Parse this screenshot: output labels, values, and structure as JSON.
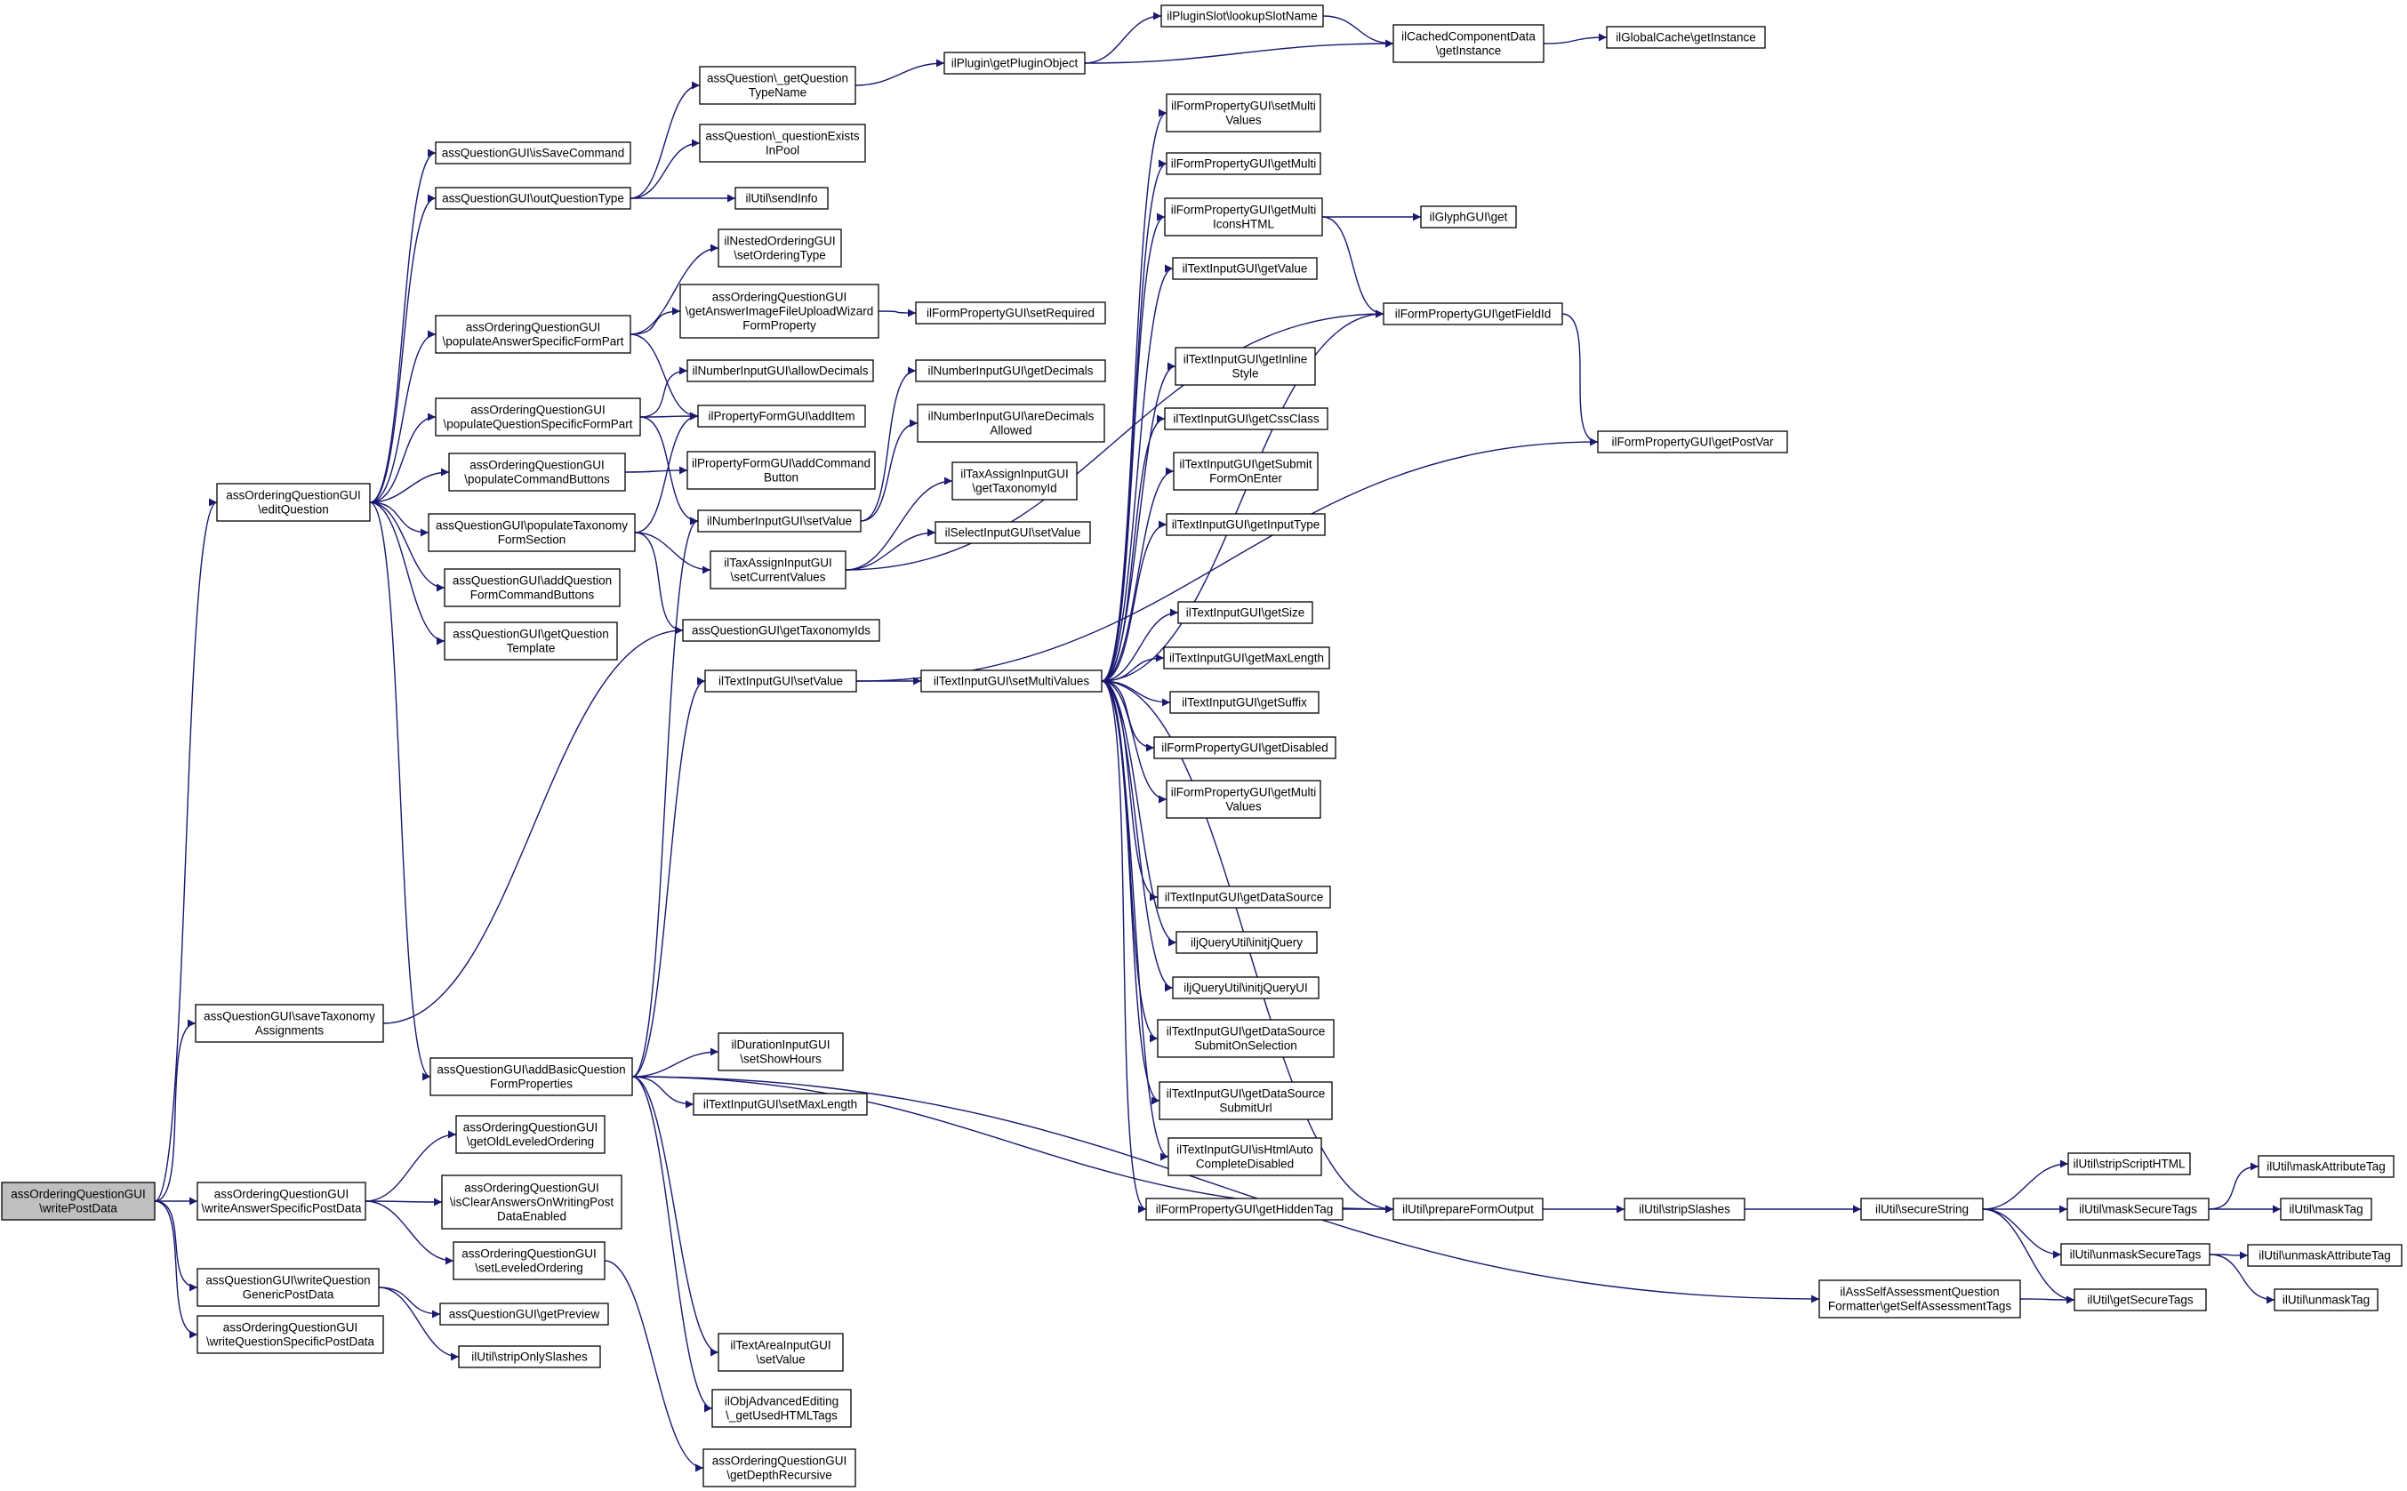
{
  "graph": {
    "root_id": "writePostData",
    "colors": {
      "edge": "#191970",
      "node_fill": "#ffffff",
      "root_fill": "#bfbfbf",
      "node_border": "#000000"
    },
    "nodes": [
      {
        "id": "writePostData",
        "lines": [
          "assOrderingQuestionGUI",
          "\\writePostData"
        ]
      },
      {
        "id": "editQuestion",
        "lines": [
          "assOrderingQuestionGUI",
          "\\editQuestion"
        ]
      },
      {
        "id": "saveTaxonomyAssignments",
        "lines": [
          "assQuestionGUI\\saveTaxonomy",
          "Assignments"
        ]
      },
      {
        "id": "writeAnswerSpecificPostData",
        "lines": [
          "assOrderingQuestionGUI",
          "\\writeAnswerSpecificPostData"
        ]
      },
      {
        "id": "writeQuestionGenericPostData",
        "lines": [
          "assQuestionGUI\\writeQuestion",
          "GenericPostData"
        ]
      },
      {
        "id": "writeQuestionSpecificPostData",
        "lines": [
          "assOrderingQuestionGUI",
          "\\writeQuestionSpecificPostData"
        ]
      },
      {
        "id": "isSaveCommand",
        "lines": [
          "assQuestionGUI\\isSaveCommand"
        ]
      },
      {
        "id": "outQuestionType",
        "lines": [
          "assQuestionGUI\\outQuestionType"
        ]
      },
      {
        "id": "populateAnswerSpecificFormPart",
        "lines": [
          "assOrderingQuestionGUI",
          "\\populateAnswerSpecificFormPart"
        ]
      },
      {
        "id": "populateQuestionSpecificFormPart",
        "lines": [
          "assOrderingQuestionGUI",
          "\\populateQuestionSpecificFormPart"
        ]
      },
      {
        "id": "populateCommandButtons",
        "lines": [
          "assOrderingQuestionGUI",
          "\\populateCommandButtons"
        ]
      },
      {
        "id": "populateTaxonomyFormSection",
        "lines": [
          "assQuestionGUI\\populateTaxonomy",
          "FormSection"
        ]
      },
      {
        "id": "addQuestionFormCommandButtons",
        "lines": [
          "assQuestionGUI\\addQuestion",
          "FormCommandButtons"
        ]
      },
      {
        "id": "getQuestionTemplate",
        "lines": [
          "assQuestionGUI\\getQuestion",
          "Template"
        ]
      },
      {
        "id": "addBasicQuestionFormProperties",
        "lines": [
          "assQuestionGUI\\addBasicQuestion",
          "FormProperties"
        ]
      },
      {
        "id": "getOldLeveledOrdering",
        "lines": [
          "assOrderingQuestionGUI",
          "\\getOldLeveledOrdering"
        ]
      },
      {
        "id": "isClearAnswersOnWritingPostDataEnabled",
        "lines": [
          "assOrderingQuestionGUI",
          "\\isClearAnswersOnWritingPost",
          "DataEnabled"
        ]
      },
      {
        "id": "setLeveledOrdering",
        "lines": [
          "assOrderingQuestionGUI",
          "\\setLeveledOrdering"
        ]
      },
      {
        "id": "getPreview",
        "lines": [
          "assQuestionGUI\\getPreview"
        ]
      },
      {
        "id": "stripOnlySlashes",
        "lines": [
          "ilUtil\\stripOnlySlashes"
        ]
      },
      {
        "id": "getQuestionTypeName",
        "lines": [
          "assQuestion\\_getQuestion",
          "TypeName"
        ]
      },
      {
        "id": "questionExistsInPool",
        "lines": [
          "assQuestion\\_questionExists",
          "InPool"
        ]
      },
      {
        "id": "sendInfo",
        "lines": [
          "ilUtil\\sendInfo"
        ]
      },
      {
        "id": "setOrderingType",
        "lines": [
          "ilNestedOrderingGUI",
          "\\setOrderingType"
        ]
      },
      {
        "id": "getAnswerImageFileUploadWizardFormProperty",
        "lines": [
          "assOrderingQuestionGUI",
          "\\getAnswerImageFileUploadWizard",
          "FormProperty"
        ]
      },
      {
        "id": "allowDecimals",
        "lines": [
          "ilNumberInputGUI\\allowDecimals"
        ]
      },
      {
        "id": "addItem",
        "lines": [
          "ilPropertyFormGUI\\addItem"
        ]
      },
      {
        "id": "addCommandButton",
        "lines": [
          "ilPropertyFormGUI\\addCommand",
          "Button"
        ]
      },
      {
        "id": "numberSetValue",
        "lines": [
          "ilNumberInputGUI\\setValue"
        ]
      },
      {
        "id": "taxSetCurrentValues",
        "lines": [
          "ilTaxAssignInputGUI",
          "\\setCurrentValues"
        ]
      },
      {
        "id": "getTaxonomyIds",
        "lines": [
          "assQuestionGUI\\getTaxonomyIds"
        ]
      },
      {
        "id": "textSetValue",
        "lines": [
          "ilTextInputGUI\\setValue"
        ]
      },
      {
        "id": "durationSetShowHours",
        "lines": [
          "ilDurationInputGUI",
          "\\setShowHours"
        ]
      },
      {
        "id": "textSetMaxLength",
        "lines": [
          "ilTextInputGUI\\setMaxLength"
        ]
      },
      {
        "id": "textAreaSetValue",
        "lines": [
          "ilTextAreaInputGUI",
          "\\setValue"
        ]
      },
      {
        "id": "getUsedHTMLTags",
        "lines": [
          "ilObjAdvancedEditing",
          "\\_getUsedHTMLTags"
        ]
      },
      {
        "id": "getDepthRecursive",
        "lines": [
          "assOrderingQuestionGUI",
          "\\getDepthRecursive"
        ]
      },
      {
        "id": "getPluginObject",
        "lines": [
          "ilPlugin\\getPluginObject"
        ]
      },
      {
        "id": "setRequired",
        "lines": [
          "ilFormPropertyGUI\\setRequired"
        ]
      },
      {
        "id": "getDecimals",
        "lines": [
          "ilNumberInputGUI\\getDecimals"
        ]
      },
      {
        "id": "areDecimalsAllowed",
        "lines": [
          "ilNumberInputGUI\\areDecimals",
          "Allowed"
        ]
      },
      {
        "id": "getTaxonomyId",
        "lines": [
          "ilTaxAssignInputGUI",
          "\\getTaxonomyId"
        ]
      },
      {
        "id": "selectSetValue",
        "lines": [
          "ilSelectInputGUI\\setValue"
        ]
      },
      {
        "id": "setMultiValuesText",
        "lines": [
          "ilTextInputGUI\\setMultiValues"
        ]
      },
      {
        "id": "lookupSlotName",
        "lines": [
          "ilPluginSlot\\lookupSlotName"
        ]
      },
      {
        "id": "setMultiValuesForm",
        "lines": [
          "ilFormPropertyGUI\\setMulti",
          "Values"
        ]
      },
      {
        "id": "getMulti",
        "lines": [
          "ilFormPropertyGUI\\getMulti"
        ]
      },
      {
        "id": "getMultiIconsHTML",
        "lines": [
          "ilFormPropertyGUI\\getMulti",
          "IconsHTML"
        ]
      },
      {
        "id": "textGetValue",
        "lines": [
          "ilTextInputGUI\\getValue"
        ]
      },
      {
        "id": "getInlineStyle",
        "lines": [
          "ilTextInputGUI\\getInline",
          "Style"
        ]
      },
      {
        "id": "getCssClass",
        "lines": [
          "ilTextInputGUI\\getCssClass"
        ]
      },
      {
        "id": "getSubmitFormOnEnter",
        "lines": [
          "ilTextInputGUI\\getSubmit",
          "FormOnEnter"
        ]
      },
      {
        "id": "getInputType",
        "lines": [
          "ilTextInputGUI\\getInputType"
        ]
      },
      {
        "id": "getSize",
        "lines": [
          "ilTextInputGUI\\getSize"
        ]
      },
      {
        "id": "getMaxLength",
        "lines": [
          "ilTextInputGUI\\getMaxLength"
        ]
      },
      {
        "id": "getSuffix",
        "lines": [
          "ilTextInputGUI\\getSuffix"
        ]
      },
      {
        "id": "getDisabled",
        "lines": [
          "ilFormPropertyGUI\\getDisabled"
        ]
      },
      {
        "id": "getMultiValues",
        "lines": [
          "ilFormPropertyGUI\\getMulti",
          "Values"
        ]
      },
      {
        "id": "getDataSource",
        "lines": [
          "ilTextInputGUI\\getDataSource"
        ]
      },
      {
        "id": "initjQuery",
        "lines": [
          "iljQueryUtil\\initjQuery"
        ]
      },
      {
        "id": "initjQueryUI",
        "lines": [
          "iljQueryUtil\\initjQueryUI"
        ]
      },
      {
        "id": "getDataSourceSubmitOnSelection",
        "lines": [
          "ilTextInputGUI\\getDataSource",
          "SubmitOnSelection"
        ]
      },
      {
        "id": "getDataSourceSubmitUrl",
        "lines": [
          "ilTextInputGUI\\getDataSource",
          "SubmitUrl"
        ]
      },
      {
        "id": "isHtmlAutoCompleteDisabled",
        "lines": [
          "ilTextInputGUI\\isHtmlAuto",
          "CompleteDisabled"
        ]
      },
      {
        "id": "getHiddenTag",
        "lines": [
          "ilFormPropertyGUI\\getHiddenTag"
        ]
      },
      {
        "id": "getCachedInstance",
        "lines": [
          "ilCachedComponentData",
          "\\getInstance"
        ]
      },
      {
        "id": "glyphGet",
        "lines": [
          "ilGlyphGUI\\get"
        ]
      },
      {
        "id": "getFieldId",
        "lines": [
          "ilFormPropertyGUI\\getFieldId"
        ]
      },
      {
        "id": "prepareFormOutput",
        "lines": [
          "ilUtil\\prepareFormOutput"
        ]
      },
      {
        "id": "getGlobalCacheInstance",
        "lines": [
          "ilGlobalCache\\getInstance"
        ]
      },
      {
        "id": "getPostVar",
        "lines": [
          "ilFormPropertyGUI\\getPostVar"
        ]
      },
      {
        "id": "stripSlashes",
        "lines": [
          "ilUtil\\stripSlashes"
        ]
      },
      {
        "id": "getSelfAssessmentTags",
        "lines": [
          "ilAssSelfAssessmentQuestion",
          "Formatter\\getSelfAssessmentTags"
        ]
      },
      {
        "id": "secureString",
        "lines": [
          "ilUtil\\secureString"
        ]
      },
      {
        "id": "stripScriptHTML",
        "lines": [
          "ilUtil\\stripScriptHTML"
        ]
      },
      {
        "id": "maskSecureTags",
        "lines": [
          "ilUtil\\maskSecureTags"
        ]
      },
      {
        "id": "unmaskSecureTags",
        "lines": [
          "ilUtil\\unmaskSecureTags"
        ]
      },
      {
        "id": "getSecureTags",
        "lines": [
          "ilUtil\\getSecureTags"
        ]
      },
      {
        "id": "maskAttributeTag",
        "lines": [
          "ilUtil\\maskAttributeTag"
        ]
      },
      {
        "id": "maskTag",
        "lines": [
          "ilUtil\\maskTag"
        ]
      },
      {
        "id": "unmaskAttributeTag",
        "lines": [
          "ilUtil\\unmaskAttributeTag"
        ]
      },
      {
        "id": "unmaskTag",
        "lines": [
          "ilUtil\\unmaskTag"
        ]
      }
    ],
    "edges": [
      [
        "writePostData",
        "editQuestion"
      ],
      [
        "writePostData",
        "saveTaxonomyAssignments"
      ],
      [
        "writePostData",
        "writeAnswerSpecificPostData"
      ],
      [
        "writePostData",
        "writeQuestionGenericPostData"
      ],
      [
        "writePostData",
        "writeQuestionSpecificPostData"
      ],
      [
        "editQuestion",
        "isSaveCommand"
      ],
      [
        "editQuestion",
        "outQuestionType"
      ],
      [
        "editQuestion",
        "populateAnswerSpecificFormPart"
      ],
      [
        "editQuestion",
        "populateQuestionSpecificFormPart"
      ],
      [
        "editQuestion",
        "populateCommandButtons"
      ],
      [
        "editQuestion",
        "populateTaxonomyFormSection"
      ],
      [
        "editQuestion",
        "addQuestionFormCommandButtons"
      ],
      [
        "editQuestion",
        "getQuestionTemplate"
      ],
      [
        "editQuestion",
        "addBasicQuestionFormProperties"
      ],
      [
        "saveTaxonomyAssignments",
        "getTaxonomyIds"
      ],
      [
        "writeAnswerSpecificPostData",
        "getOldLeveledOrdering"
      ],
      [
        "writeAnswerSpecificPostData",
        "isClearAnswersOnWritingPostDataEnabled"
      ],
      [
        "writeAnswerSpecificPostData",
        "setLeveledOrdering"
      ],
      [
        "writeQuestionGenericPostData",
        "getPreview"
      ],
      [
        "writeQuestionGenericPostData",
        "stripOnlySlashes"
      ],
      [
        "outQuestionType",
        "getQuestionTypeName"
      ],
      [
        "outQuestionType",
        "questionExistsInPool"
      ],
      [
        "outQuestionType",
        "sendInfo"
      ],
      [
        "populateAnswerSpecificFormPart",
        "setOrderingType"
      ],
      [
        "populateAnswerSpecificFormPart",
        "getAnswerImageFileUploadWizardFormProperty"
      ],
      [
        "populateAnswerSpecificFormPart",
        "addItem"
      ],
      [
        "populateQuestionSpecificFormPart",
        "allowDecimals"
      ],
      [
        "populateQuestionSpecificFormPart",
        "addItem"
      ],
      [
        "populateQuestionSpecificFormPart",
        "numberSetValue"
      ],
      [
        "populateCommandButtons",
        "addCommandButton"
      ],
      [
        "populateTaxonomyFormSection",
        "addItem"
      ],
      [
        "populateTaxonomyFormSection",
        "taxSetCurrentValues"
      ],
      [
        "populateTaxonomyFormSection",
        "getTaxonomyIds"
      ],
      [
        "addBasicQuestionFormProperties",
        "numberSetValue"
      ],
      [
        "addBasicQuestionFormProperties",
        "textSetValue"
      ],
      [
        "addBasicQuestionFormProperties",
        "durationSetShowHours"
      ],
      [
        "addBasicQuestionFormProperties",
        "textSetMaxLength"
      ],
      [
        "addBasicQuestionFormProperties",
        "textAreaSetValue"
      ],
      [
        "addBasicQuestionFormProperties",
        "getUsedHTMLTags"
      ],
      [
        "addBasicQuestionFormProperties",
        "prepareFormOutput"
      ],
      [
        "addBasicQuestionFormProperties",
        "getSelfAssessmentTags"
      ],
      [
        "setLeveledOrdering",
        "getDepthRecursive"
      ],
      [
        "getQuestionTypeName",
        "getPluginObject"
      ],
      [
        "getAnswerImageFileUploadWizardFormProperty",
        "setRequired"
      ],
      [
        "numberSetValue",
        "getDecimals"
      ],
      [
        "numberSetValue",
        "areDecimalsAllowed"
      ],
      [
        "taxSetCurrentValues",
        "getTaxonomyId"
      ],
      [
        "taxSetCurrentValues",
        "selectSetValue"
      ],
      [
        "taxSetCurrentValues",
        "getFieldId"
      ],
      [
        "textSetValue",
        "setMultiValuesText"
      ],
      [
        "textSetValue",
        "getPostVar"
      ],
      [
        "getPluginObject",
        "lookupSlotName"
      ],
      [
        "getPluginObject",
        "getCachedInstance"
      ],
      [
        "lookupSlotName",
        "getCachedInstance"
      ],
      [
        "getCachedInstance",
        "getGlobalCacheInstance"
      ],
      [
        "setMultiValuesText",
        "setMultiValuesForm"
      ],
      [
        "setMultiValuesText",
        "getMulti"
      ],
      [
        "setMultiValuesText",
        "getMultiIconsHTML"
      ],
      [
        "setMultiValuesText",
        "textGetValue"
      ],
      [
        "setMultiValuesText",
        "getInlineStyle"
      ],
      [
        "setMultiValuesText",
        "getCssClass"
      ],
      [
        "setMultiValuesText",
        "getSubmitFormOnEnter"
      ],
      [
        "setMultiValuesText",
        "getInputType"
      ],
      [
        "setMultiValuesText",
        "getSize"
      ],
      [
        "setMultiValuesText",
        "getMaxLength"
      ],
      [
        "setMultiValuesText",
        "getSuffix"
      ],
      [
        "setMultiValuesText",
        "getDisabled"
      ],
      [
        "setMultiValuesText",
        "getMultiValues"
      ],
      [
        "setMultiValuesText",
        "getDataSource"
      ],
      [
        "setMultiValuesText",
        "initjQuery"
      ],
      [
        "setMultiValuesText",
        "initjQueryUI"
      ],
      [
        "setMultiValuesText",
        "getDataSourceSubmitOnSelection"
      ],
      [
        "setMultiValuesText",
        "getDataSourceSubmitUrl"
      ],
      [
        "setMultiValuesText",
        "isHtmlAutoCompleteDisabled"
      ],
      [
        "setMultiValuesText",
        "getHiddenTag"
      ],
      [
        "setMultiValuesText",
        "prepareFormOutput"
      ],
      [
        "setMultiValuesText",
        "getFieldId"
      ],
      [
        "getMultiIconsHTML",
        "glyphGet"
      ],
      [
        "getMultiIconsHTML",
        "getFieldId"
      ],
      [
        "getFieldId",
        "getPostVar"
      ],
      [
        "getHiddenTag",
        "prepareFormOutput"
      ],
      [
        "prepareFormOutput",
        "stripSlashes"
      ],
      [
        "stripSlashes",
        "secureString"
      ],
      [
        "getSelfAssessmentTags",
        "getSecureTags"
      ],
      [
        "secureString",
        "stripScriptHTML"
      ],
      [
        "secureString",
        "maskSecureTags"
      ],
      [
        "secureString",
        "unmaskSecureTags"
      ],
      [
        "secureString",
        "getSecureTags"
      ],
      [
        "maskSecureTags",
        "maskAttributeTag"
      ],
      [
        "maskSecureTags",
        "maskTag"
      ],
      [
        "unmaskSecureTags",
        "unmaskAttributeTag"
      ],
      [
        "unmaskSecureTags",
        "unmaskTag"
      ]
    ]
  }
}
